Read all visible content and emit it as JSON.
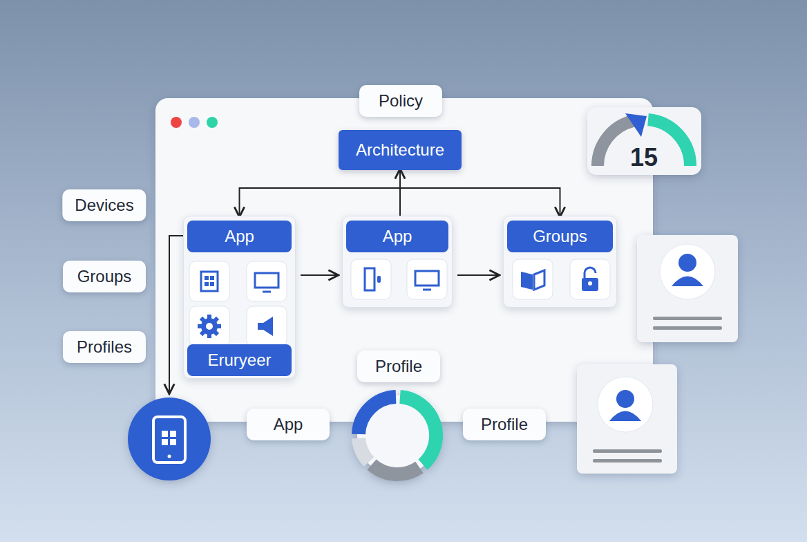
{
  "diagram": {
    "nodes": [
      {
        "text": [
          "Policy"
        ]
      },
      {
        "text": [
          "Architecture"
        ]
      },
      {
        "text": [
          "Devices"
        ]
      },
      {
        "text": [
          "App",
          "Eruryeer"
        ]
      },
      {
        "text": [
          "App"
        ]
      },
      {
        "text": [
          "Groups"
        ]
      },
      {
        "text": [
          "Groups"
        ]
      },
      {
        "text": [
          "Profiles"
        ]
      },
      {
        "text": [
          "Profile"
        ]
      },
      {
        "text": [
          "App"
        ]
      },
      {
        "text": [
          "Profile"
        ]
      }
    ],
    "edges": [
      {
        "from": 1,
        "to": 3,
        "arrow": "to"
      },
      {
        "from": 1,
        "to": 5,
        "arrow": "to"
      },
      {
        "from": 4,
        "to": 1,
        "arrow": "to"
      },
      {
        "from": 3,
        "to": 4,
        "arrow": "to"
      },
      {
        "from": 4,
        "to": 5,
        "arrow": "to"
      }
    ],
    "labels": [
      "15"
    ]
  }
}
